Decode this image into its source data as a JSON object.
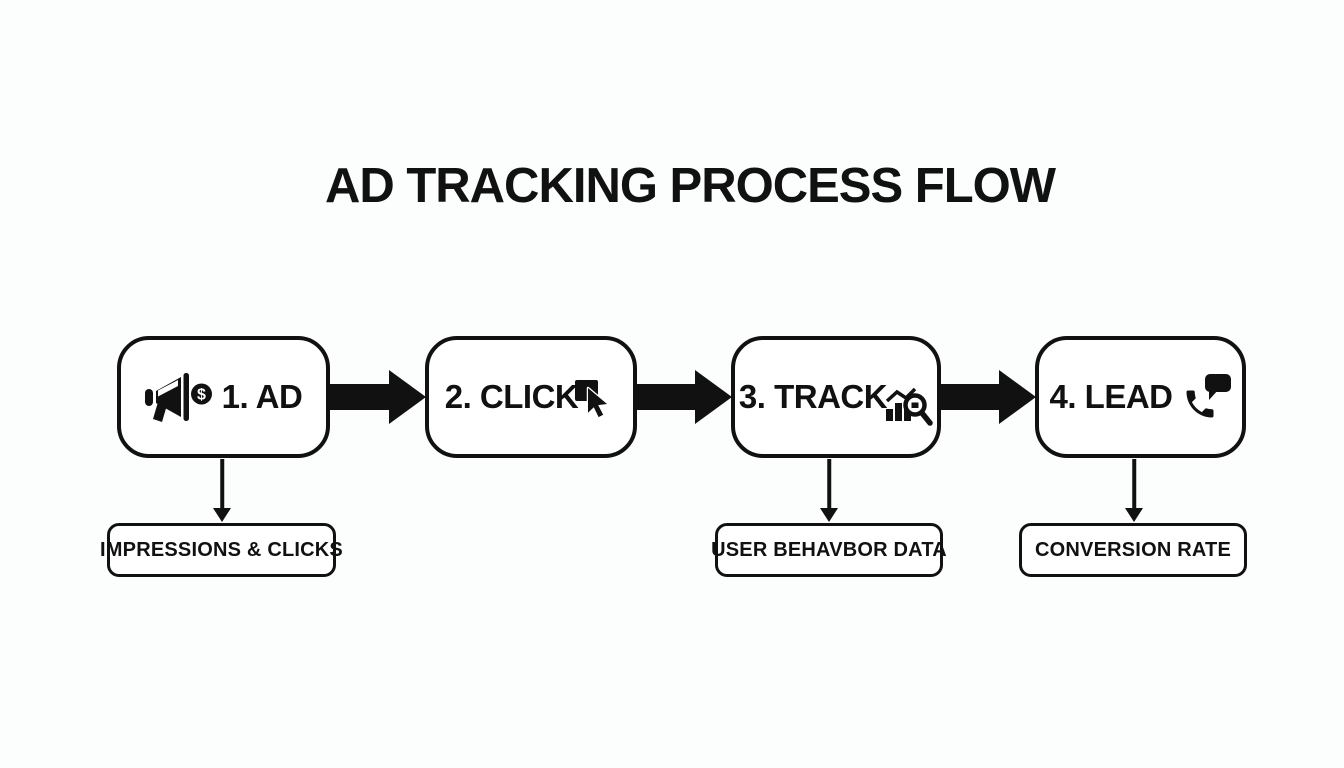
{
  "colors": {
    "background": "#fcfdfd",
    "ink": "#111111",
    "box_fill": "#ffffff"
  },
  "title": "AD TRACKING PROCESS FLOW",
  "steps": [
    {
      "label": "1. AD",
      "icon": "megaphone-dollar-icon",
      "badge_glyph": "$"
    },
    {
      "label": "2. CLICK",
      "icon": "click-cursor-icon"
    },
    {
      "label": "3. TRACK",
      "icon": "analytics-magnifier-icon"
    },
    {
      "label": "4. LEAD",
      "icon": "phone-chat-icon"
    }
  ],
  "outputs": [
    {
      "label": "IMPRESSIONS & CLICKS"
    },
    {
      "label": "USER BEHAVBOR DATA"
    },
    {
      "label": "CONVERSION RATE"
    }
  ]
}
